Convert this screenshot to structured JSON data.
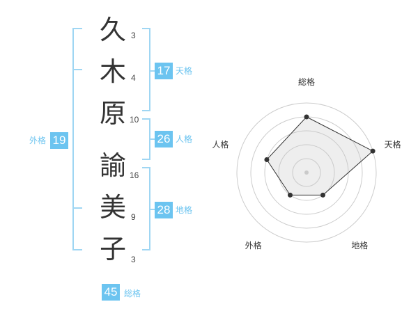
{
  "name": {
    "chars": [
      {
        "char": "久",
        "strokes": "3"
      },
      {
        "char": "木",
        "strokes": "4"
      },
      {
        "char": "原",
        "strokes": "10"
      },
      {
        "char": "諭",
        "strokes": "16"
      },
      {
        "char": "美",
        "strokes": "9"
      },
      {
        "char": "子",
        "strokes": "3"
      }
    ]
  },
  "kaku": {
    "tenkaku": {
      "value": "17",
      "label": "天格"
    },
    "jinkaku": {
      "value": "26",
      "label": "人格"
    },
    "chikaku": {
      "value": "28",
      "label": "地格"
    },
    "gaikaku": {
      "value": "19",
      "label": "外格"
    },
    "soukaku": {
      "value": "45",
      "label": "総格"
    }
  },
  "colors": {
    "accent": "#6cc4f0",
    "bracket": "#9fd6f3",
    "text": "#333333"
  },
  "chart_data": {
    "type": "radar",
    "axes": [
      "総格",
      "天格",
      "地格",
      "外格",
      "人格"
    ],
    "max": 4,
    "values": [
      3,
      4,
      1,
      1,
      2
    ],
    "grid": true
  }
}
